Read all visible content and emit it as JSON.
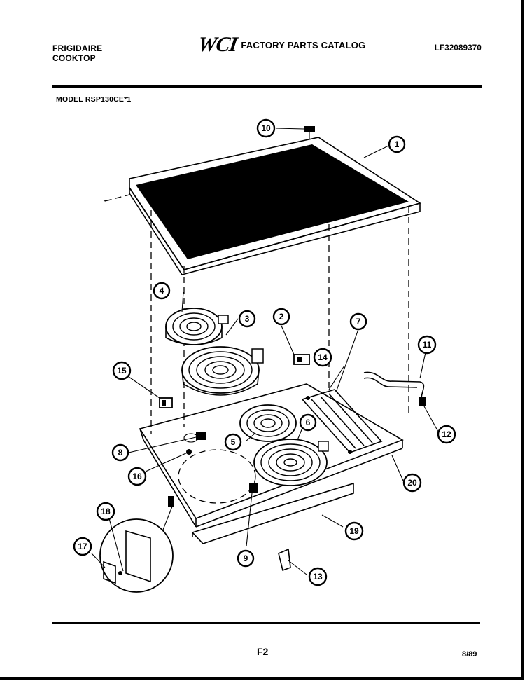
{
  "header": {
    "brand_line1": "FRIGIDAIRE",
    "brand_line2": "COOKTOP",
    "logo_text": "WCI",
    "catalog_title": "FACTORY PARTS CATALOG",
    "part_number": "LF32089370"
  },
  "model_label": "MODEL RSP130CE*1",
  "callouts": [
    "1",
    "2",
    "3",
    "4",
    "5",
    "6",
    "7",
    "8",
    "9",
    "10",
    "11",
    "12",
    "13",
    "14",
    "15",
    "16",
    "17",
    "18",
    "19",
    "20"
  ],
  "footer": {
    "page_code": "F2",
    "date": "8/89"
  }
}
